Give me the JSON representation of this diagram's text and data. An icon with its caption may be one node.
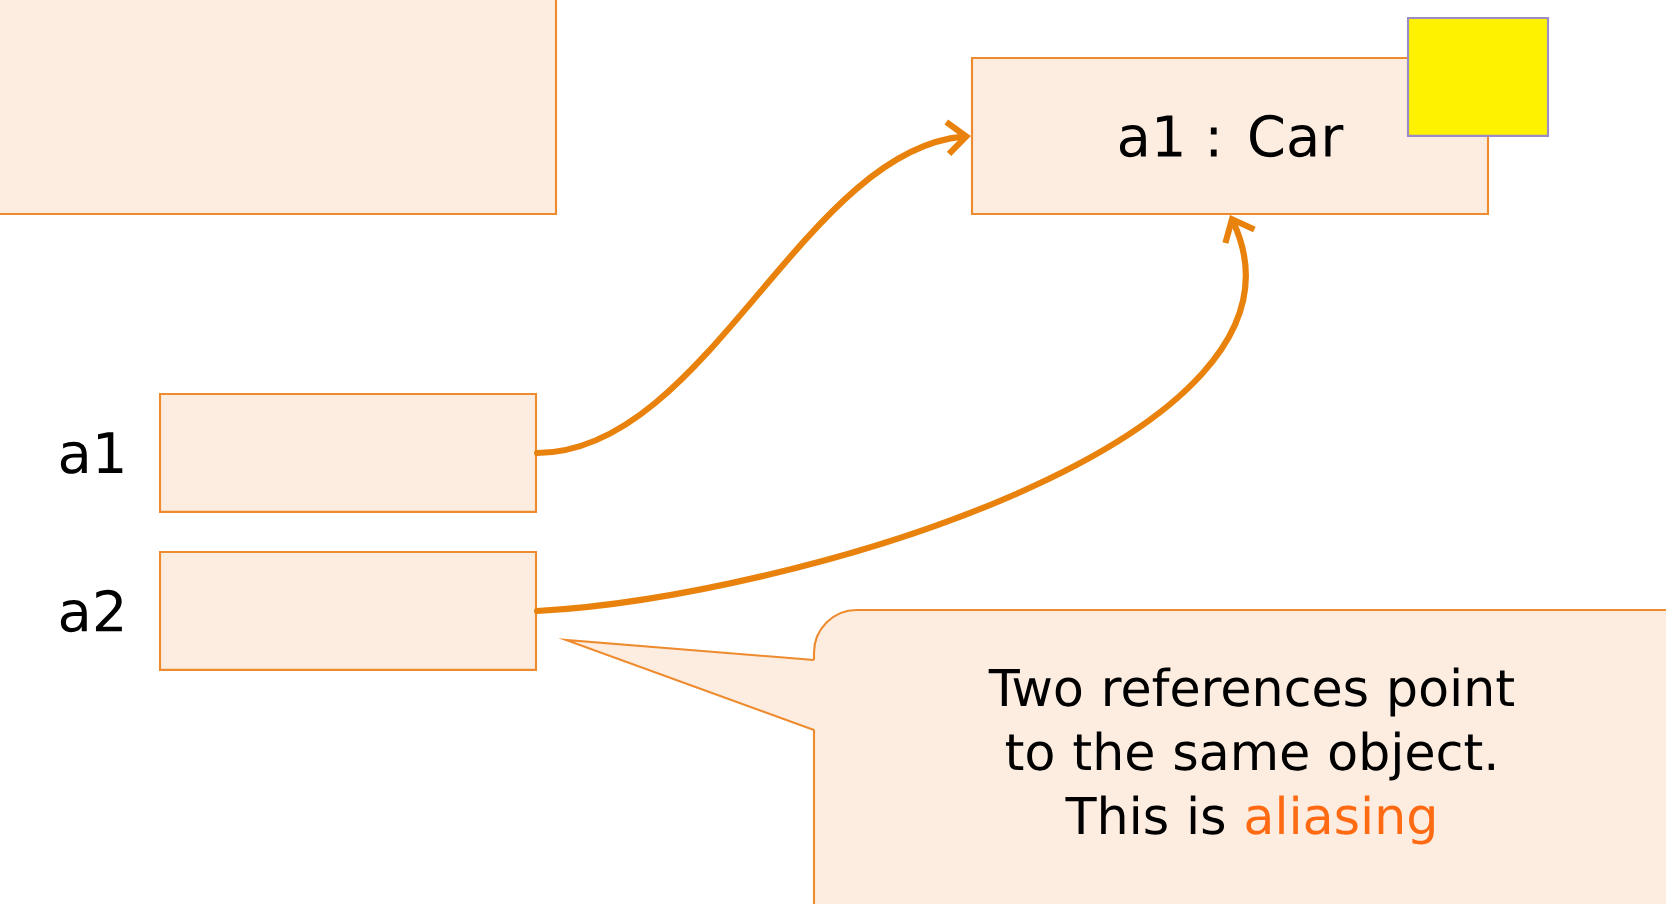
{
  "diagram": {
    "nodes": [
      {
        "text": [],
        "shape": "box"
      },
      {
        "text": [
          "a1 : Car"
        ]
      },
      {
        "text": [],
        "shape": "box"
      },
      {
        "text": [],
        "shape": "box",
        "beside": [
          "a1"
        ]
      },
      {
        "text": [],
        "shape": "box",
        "beside": [
          "a2"
        ]
      },
      {
        "text": [
          "Two references point to the same object. This is",
          "aliasing"
        ]
      }
    ],
    "edges": [
      {
        "from": 3,
        "to": 1,
        "arrow": "to"
      },
      {
        "from": 4,
        "to": 1,
        "arrow": "to"
      }
    ]
  }
}
